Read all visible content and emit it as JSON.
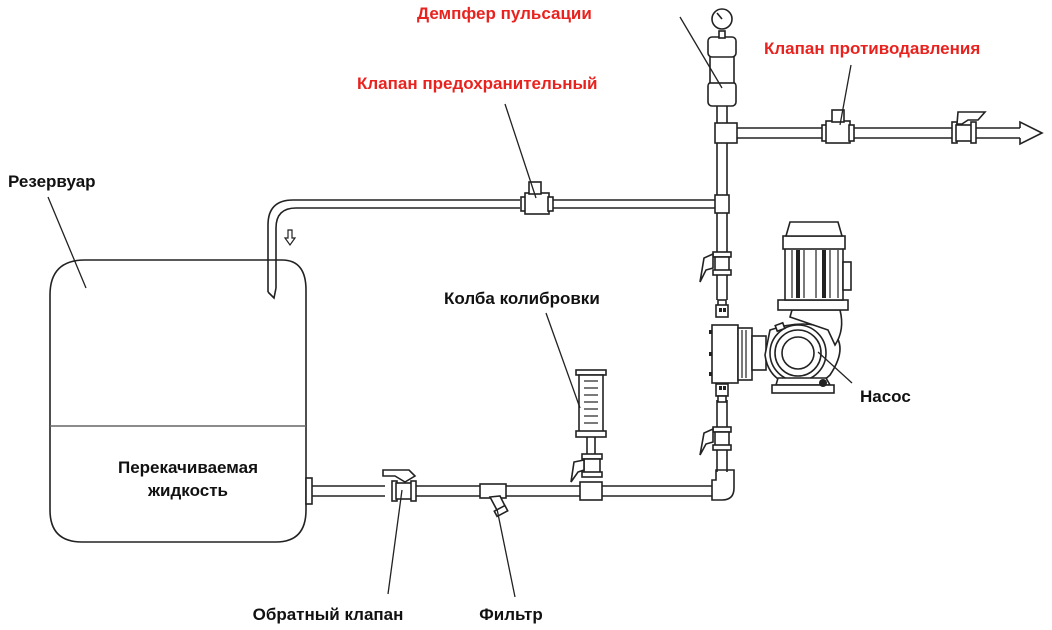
{
  "diagram": {
    "title": "Схема подключения дозирующего насоса",
    "colors": {
      "label_black": "#111111",
      "label_red": "#e8231f",
      "line": "#222222"
    },
    "labels": {
      "reservoir": "Резервуар",
      "pumped_liquid_line1": "Перекачиваемая",
      "pumped_liquid_line2": "жидкость",
      "check_valve": "Обратный клапан",
      "filter": "Фильтр",
      "calibration_column": "Колба колибровки",
      "pump": "Насос",
      "safety_valve": "Клапан предохранительный",
      "pulsation_damper": "Демпфер пульсации",
      "back_pressure_valve": "Клапан противодавления"
    },
    "components": [
      {
        "id": "reservoir",
        "icon": "tank-icon",
        "label_color": "black"
      },
      {
        "id": "check_valve",
        "icon": "check-valve-icon",
        "label_color": "black"
      },
      {
        "id": "filter",
        "icon": "y-strainer-icon",
        "label_color": "black"
      },
      {
        "id": "calibration_column",
        "icon": "graduated-cylinder-icon",
        "label_color": "black"
      },
      {
        "id": "pump",
        "icon": "diaphragm-pump-icon",
        "label_color": "black"
      },
      {
        "id": "safety_valve",
        "icon": "relief-valve-icon",
        "label_color": "red"
      },
      {
        "id": "pulsation_damper",
        "icon": "pulsation-damper-icon",
        "label_color": "red"
      },
      {
        "id": "back_pressure_valve",
        "icon": "back-pressure-valve-icon",
        "label_color": "red"
      }
    ],
    "flow_indicators": [
      "down-arrow-icon",
      "outlet-arrow-icon"
    ]
  }
}
